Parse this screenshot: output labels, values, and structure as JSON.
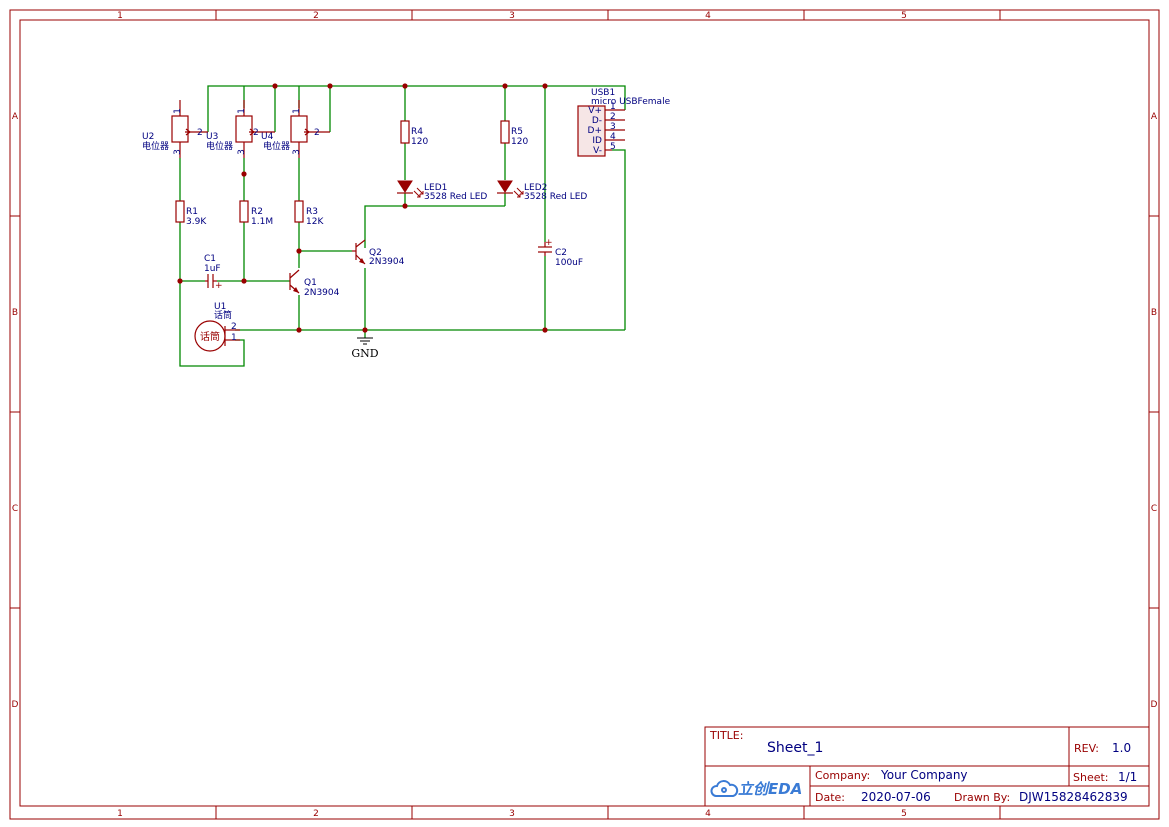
{
  "zones": {
    "columns": [
      "1",
      "2",
      "3",
      "4",
      "5"
    ],
    "rows": [
      "A",
      "B",
      "C",
      "D"
    ]
  },
  "components": {
    "U2": {
      "ref": "U2",
      "value": "电位器",
      "pins": [
        "1",
        "2",
        "3"
      ]
    },
    "U3": {
      "ref": "U3",
      "value": "电位器",
      "pins": [
        "1",
        "2",
        "3"
      ]
    },
    "U4": {
      "ref": "U4",
      "value": "电位器",
      "pins": [
        "1",
        "2",
        "3"
      ]
    },
    "R1": {
      "ref": "R1",
      "value": "3.9K"
    },
    "R2": {
      "ref": "R2",
      "value": "1.1M"
    },
    "R3": {
      "ref": "R3",
      "value": "12K"
    },
    "R4": {
      "ref": "R4",
      "value": "120"
    },
    "R5": {
      "ref": "R5",
      "value": "120"
    },
    "LED1": {
      "ref": "LED1",
      "value": "3528 Red LED"
    },
    "LED2": {
      "ref": "LED2",
      "value": "3528 Red LED"
    },
    "C1": {
      "ref": "C1",
      "value": "1uF"
    },
    "C2": {
      "ref": "C2",
      "value": "100uF"
    },
    "Q1": {
      "ref": "Q1",
      "value": "2N3904"
    },
    "Q2": {
      "ref": "Q2",
      "value": "2N3904"
    },
    "U1": {
      "ref": "U1",
      "value": "话筒",
      "body": "话筒",
      "pins": [
        "2",
        "1"
      ]
    },
    "USB1": {
      "ref": "USB1",
      "value": "micro USBFemale",
      "pin_names": [
        "V+",
        "D-",
        "D+",
        "ID",
        "V-"
      ],
      "pin_numbers": [
        "1",
        "2",
        "3",
        "4",
        "5"
      ]
    }
  },
  "gnd": {
    "label": "GND"
  },
  "title_block": {
    "title_label": "TITLE:",
    "title": "Sheet_1",
    "rev_label": "REV:",
    "rev": "1.0",
    "company_label": "Company:",
    "company": "Your Company",
    "sheet_label": "Sheet:",
    "sheet": "1/1",
    "date_label": "Date:",
    "date": "2020-07-06",
    "drawn_label": "Drawn By:",
    "drawn_by": "DJW15828462839",
    "logo": "立创EDA"
  },
  "colors": {
    "frame": "#990000",
    "wire": "#008800",
    "text": "#000080",
    "logo": "#3a7bd5"
  }
}
